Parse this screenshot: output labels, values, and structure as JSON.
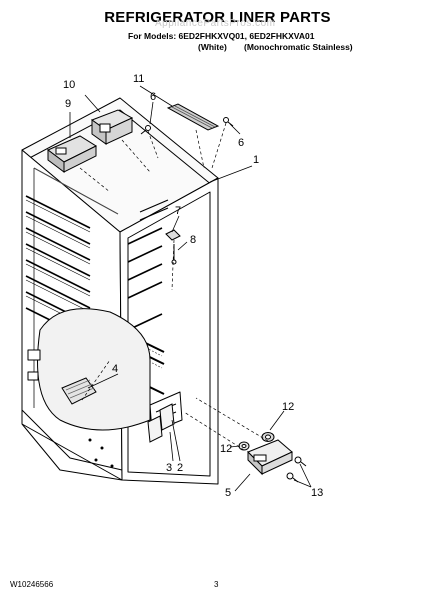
{
  "header": {
    "title": "REFRIGERATOR LINER PARTS",
    "models_line": "For Models: 6ED2FHKXVQ01, 6ED2FHKXVA01",
    "variant_white": "(White)",
    "variant_mono": "(Monochromatic Stainless)",
    "watermark": "AppliancePartsPros.com"
  },
  "callouts": {
    "c1": "1",
    "c2": "2",
    "c3": "3",
    "c4": "4",
    "c5": "5",
    "c6a": "6",
    "c6b": "6",
    "c7": "7",
    "c8": "8",
    "c9": "9",
    "c10": "10",
    "c11": "11",
    "c12a": "12",
    "c12b": "12",
    "c13": "13"
  },
  "footer": {
    "doc_id": "W10246566",
    "page_number": "3"
  }
}
